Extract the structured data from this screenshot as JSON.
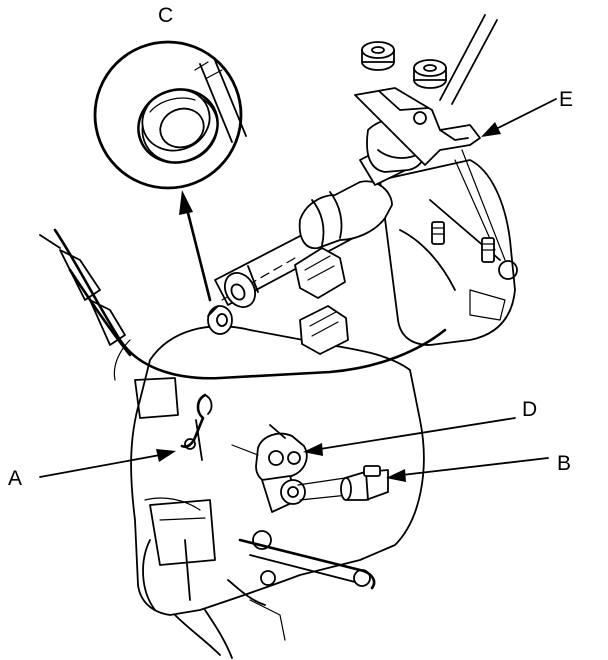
{
  "diagram": {
    "callouts": {
      "a": "A",
      "b": "B",
      "c": "C",
      "d": "D",
      "e": "E"
    }
  },
  "colors": {
    "line": "#000000",
    "background": "#ffffff"
  }
}
